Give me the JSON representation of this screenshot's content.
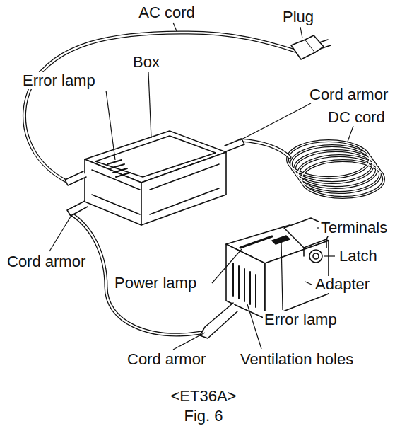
{
  "diagram": {
    "caption": "Fig. 6",
    "labels": [
      "AC cord",
      "Plug",
      "Box",
      "Error lamp",
      "Cord armor",
      "DC cord",
      "Terminals",
      "Latch",
      "Cord armor",
      "Power lamp",
      "Adapter",
      "Error lamp",
      "Cord armor",
      "Ventilation holes",
      "<ET36A>"
    ]
  }
}
